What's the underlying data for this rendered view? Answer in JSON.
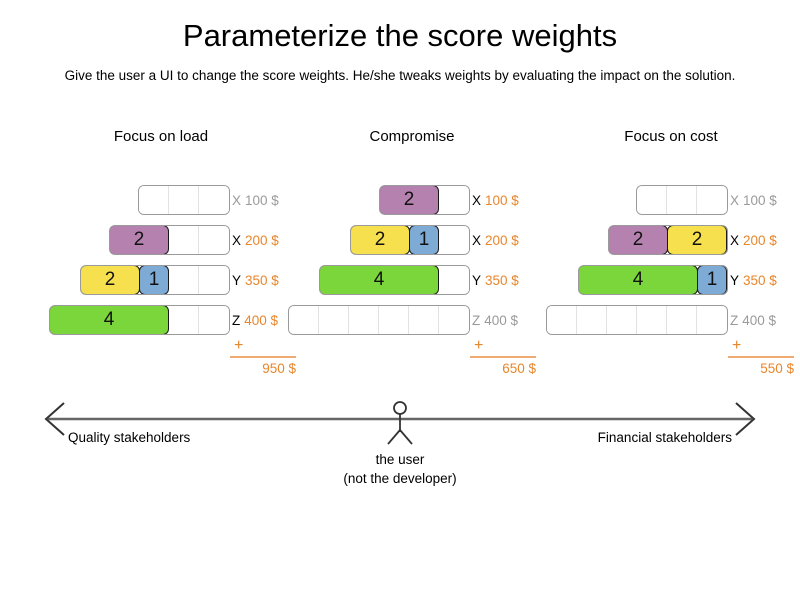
{
  "header": {
    "title": "Parameterize the score weights",
    "subtitle": "Give the user a UI to change the score weights. He/she tweaks weights by evaluating the impact on the solution."
  },
  "colors": {
    "purple": "#b582b0",
    "yellow": "#f7e04d",
    "blue": "#7eabd6",
    "green": "#7ad63a",
    "accent_orange": "#e8862c",
    "rule_orange": "#efab71",
    "inactive_gray": "#9a9a9a",
    "axis_gray": "#666666"
  },
  "scenarios": [
    {
      "title": "Focus on load",
      "total_plus": "+",
      "total": "950 $",
      "rows": [
        {
          "letter": "X",
          "price": "100 $",
          "active": false,
          "empty_cells": 3,
          "segments": []
        },
        {
          "letter": "X",
          "price": "200 $",
          "active": true,
          "empty_cells": 2,
          "segments": [
            {
              "value": "2",
              "color": "purple",
              "units": 2
            }
          ]
        },
        {
          "letter": "Y",
          "price": "350 $",
          "active": true,
          "empty_cells": 2,
          "segments": [
            {
              "value": "2",
              "color": "yellow",
              "units": 2
            },
            {
              "value": "1",
              "color": "blue",
              "units": 1
            }
          ]
        },
        {
          "letter": "Z",
          "price": "400 $",
          "active": true,
          "empty_cells": 2,
          "segments": [
            {
              "value": "4",
              "color": "green",
              "units": 4
            }
          ]
        }
      ]
    },
    {
      "title": "Compromise",
      "total_plus": "+",
      "total": "650 $",
      "rows": [
        {
          "letter": "X",
          "price": "100 $",
          "active": true,
          "empty_cells": 1,
          "segments": [
            {
              "value": "2",
              "color": "purple",
              "units": 2
            }
          ]
        },
        {
          "letter": "X",
          "price": "200 $",
          "active": true,
          "empty_cells": 1,
          "segments": [
            {
              "value": "2",
              "color": "yellow",
              "units": 2
            },
            {
              "value": "1",
              "color": "blue",
              "units": 1
            }
          ]
        },
        {
          "letter": "Y",
          "price": "350 $",
          "active": true,
          "empty_cells": 1,
          "segments": [
            {
              "value": "4",
              "color": "green",
              "units": 4
            }
          ]
        },
        {
          "letter": "Z",
          "price": "400 $",
          "active": false,
          "empty_cells": 6,
          "segments": []
        }
      ]
    },
    {
      "title": "Focus on cost",
      "total_plus": "+",
      "total": "550 $",
      "rows": [
        {
          "letter": "X",
          "price": "100 $",
          "active": false,
          "empty_cells": 3,
          "segments": []
        },
        {
          "letter": "X",
          "price": "200 $",
          "active": true,
          "empty_cells": 0,
          "segments": [
            {
              "value": "2",
              "color": "purple",
              "units": 2
            },
            {
              "value": "2",
              "color": "yellow",
              "units": 2
            }
          ]
        },
        {
          "letter": "Y",
          "price": "350 $",
          "active": true,
          "empty_cells": 0,
          "segments": [
            {
              "value": "4",
              "color": "green",
              "units": 4
            },
            {
              "value": "1",
              "color": "blue",
              "units": 1
            }
          ]
        },
        {
          "letter": "Z",
          "price": "400 $",
          "active": false,
          "empty_cells": 6,
          "segments": []
        }
      ]
    }
  ],
  "axis": {
    "left_label": "Quality stakeholders",
    "right_label": "Financial stakeholders",
    "actor_line1": "the user",
    "actor_line2": "(not the developer)"
  }
}
